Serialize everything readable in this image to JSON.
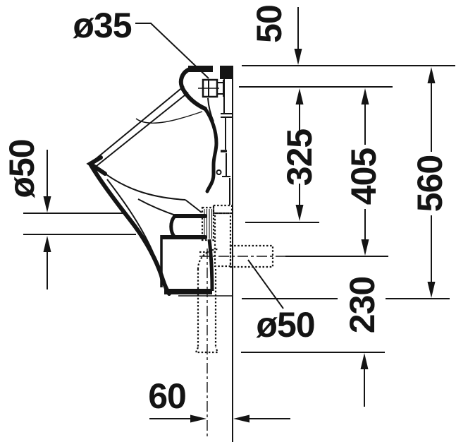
{
  "drawing": {
    "title": "Urinal side elevation with installation dimensions",
    "unit": "mm",
    "line_color": "#141414",
    "background": "#ffffff",
    "labels": {
      "inlet_diameter": "ø35",
      "top_offset": "50",
      "inlet_to_outlet": "325",
      "inlet_to_drain_centerline": "405",
      "total_height": "560",
      "outlet_diameter": "ø50",
      "drain_pipe_diameter": "ø50",
      "centerline_to_pipe_end": "230",
      "pipe_center_to_wall": "60"
    }
  }
}
